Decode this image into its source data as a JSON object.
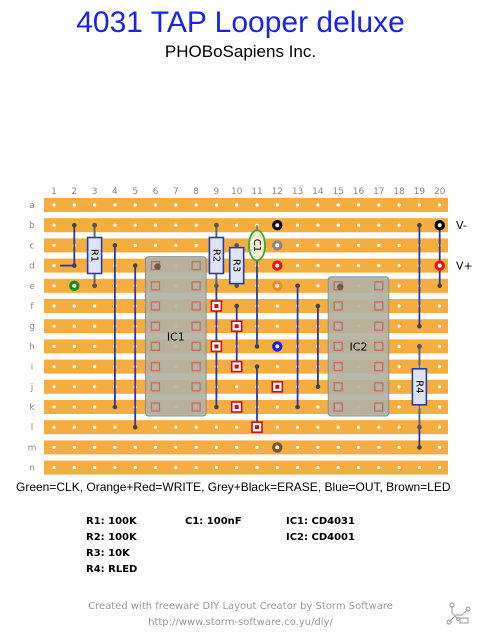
{
  "title": "4031 TAP Looper deluxe",
  "subtitle": "PHOBoSapiens Inc.",
  "board": {
    "column_numbers": [
      "1",
      "2",
      "3",
      "4",
      "5",
      "6",
      "7",
      "8",
      "9",
      "10",
      "11",
      "12",
      "13",
      "14",
      "15",
      "16",
      "17",
      "18",
      "19",
      "20"
    ],
    "row_letters": [
      "a",
      "b",
      "c",
      "d",
      "e",
      "f",
      "g",
      "h",
      "i",
      "j",
      "k",
      "l",
      "m",
      "n"
    ],
    "power_labels": [
      "V-",
      "V+"
    ],
    "component_labels": [
      "R1",
      "R2",
      "R3",
      "C1",
      "R4",
      "IC1",
      "IC2"
    ]
  },
  "legend": "Green=CLK, Orange+Red=WRITE, Grey+Black=ERASE, Blue=OUT, Brown=LED",
  "parts_list": {
    "col1": [
      "R1: 100K",
      "R2: 100K",
      "R3: 10K",
      "R4: RLED"
    ],
    "col2": [
      "C1: 100nF"
    ],
    "col3": [
      "IC1: CD4031",
      "IC2: CD4001"
    ]
  },
  "footer": {
    "line1": "Created with freeware DIY Layout Creator by Storm Software",
    "line2": "http://www.storm-software.co.yu/diy/"
  },
  "colors": {
    "title": "#1a23e6",
    "strip": "#f5ad3f",
    "wire_clk": "#1a8a1a",
    "wire_write_orange": "#f08a1e",
    "wire_write_red": "#e01818",
    "wire_erase_grey": "#888888",
    "wire_erase_black": "#000000",
    "wire_out": "#1a1aee",
    "wire_led": "#7a5230"
  },
  "icons": [
    "diy-layout-creator-logo-icon"
  ]
}
